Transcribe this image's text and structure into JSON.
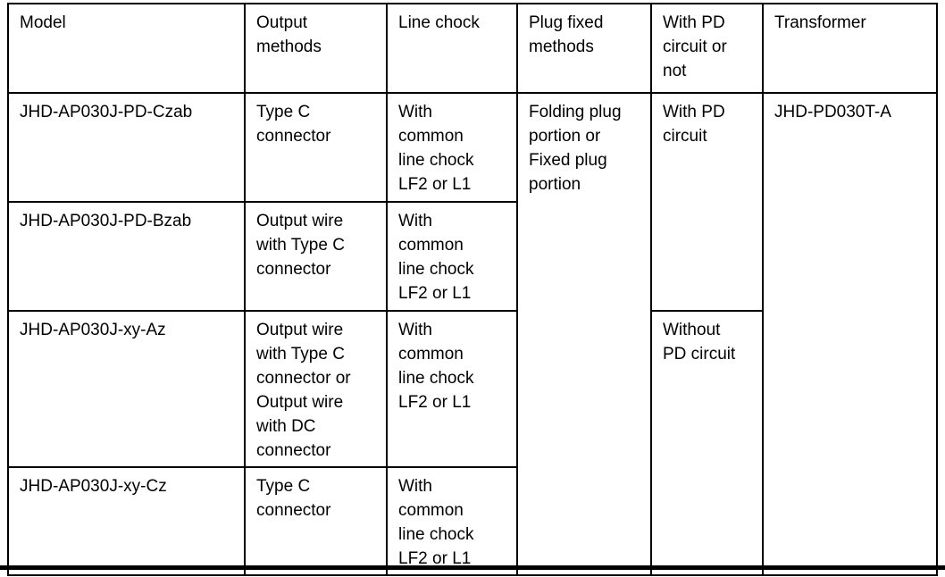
{
  "table": {
    "headers": [
      "Model",
      "Output\nmethods",
      "Line chock",
      "Plug fixed\nmethods",
      "With PD\ncircuit or\nnot",
      "Transformer"
    ],
    "rows": [
      {
        "model": "JHD-AP030J-PD-Czab",
        "output_methods": "Type C\nconnector",
        "line_chock": "With\ncommon\nline chock\nLF2 or L1"
      },
      {
        "model": "JHD-AP030J-PD-Bzab",
        "output_methods": "Output wire\nwith Type C\nconnector",
        "line_chock": "With\ncommon\nline chock\nLF2 or L1"
      },
      {
        "model": "JHD-AP030J-xy-Az",
        "output_methods": "Output wire\nwith Type C\nconnector or\nOutput wire\nwith DC\nconnector",
        "line_chock": "With\ncommon\nline chock\nLF2 or L1"
      },
      {
        "model": "JHD-AP030J-xy-Cz",
        "output_methods": "Type C\nconnector",
        "line_chock": "With\ncommon\nline chock\nLF2 or L1"
      }
    ],
    "merged": {
      "plug_fixed_methods": "Folding plug\nportion or\nFixed plug\nportion",
      "with_pd_circuit": "With PD\ncircuit",
      "without_pd_circuit": "Without\nPD circuit",
      "transformer": "JHD-PD030T-A"
    }
  },
  "colors": {
    "border": "#000000",
    "text": "#000000",
    "background": "#ffffff"
  }
}
